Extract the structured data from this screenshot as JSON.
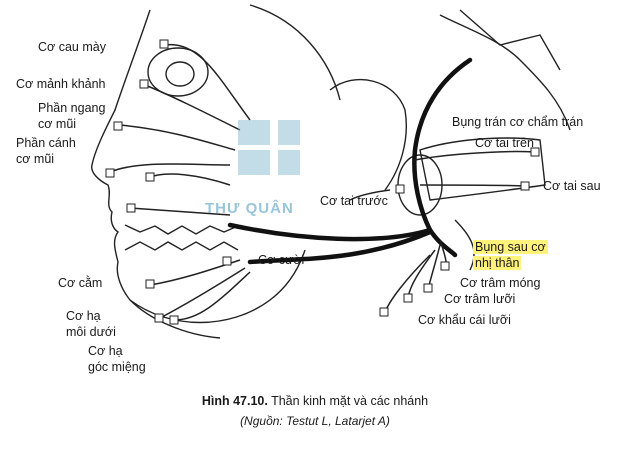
{
  "labels": {
    "co_cau_may": "Cơ cau mày",
    "co_manh_khanh": "Cơ mảnh khảnh",
    "phan_ngang_1": "Phần ngang",
    "phan_ngang_2": "cơ mũi",
    "phan_canh_1": "Phần cánh",
    "phan_canh_2": "cơ mũi",
    "bung_tran": "Bụng trán cơ chẩm trán",
    "co_tai_tren": "Cơ tai trên",
    "co_tai_sau": "Cơ tai sau",
    "co_tai_truoc": "Cơ tai trước",
    "bung_sau_1": "Bụng sau cơ",
    "bung_sau_2": "nhị thân",
    "co_tram_mong": "Cơ trâm móng",
    "co_tram_luoi": "Cơ trâm lưỡi",
    "co_khau_cai_luoi": "Cơ khẩu cái lưỡi",
    "co_cuoi": "Cơ cười",
    "co_cam": "Cơ cằm",
    "co_ha_moi_1": "Cơ hạ",
    "co_ha_moi_2": "môi dưới",
    "co_ha_goc_1": "Cơ hạ",
    "co_ha_goc_2": "góc miệng"
  },
  "watermark": "THƯ QUÂN",
  "caption": {
    "figure_number": "Hình 47.10.",
    "title": "Thần kinh mặt và các nhánh",
    "source": "(Nguồn: Testut L, Latarjet A)"
  },
  "colors": {
    "highlight": "#fff27a",
    "watermark": "#4fa0c0",
    "ink": "#1a1a1a"
  }
}
